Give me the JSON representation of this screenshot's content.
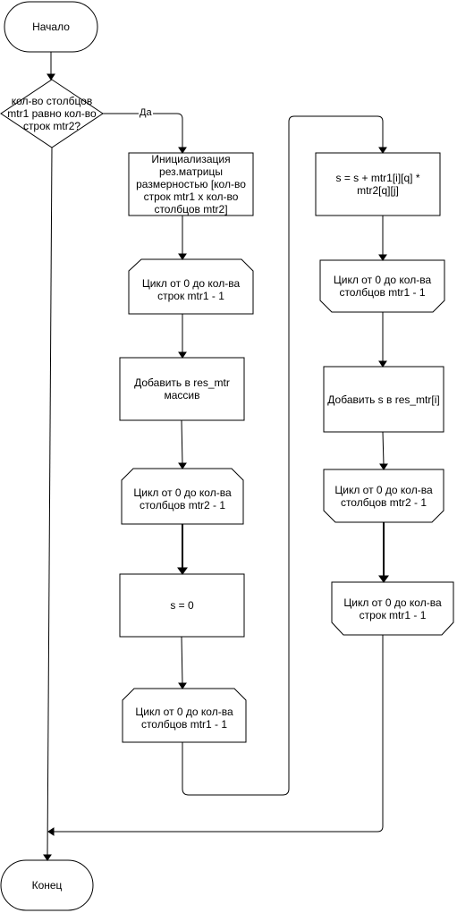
{
  "nodes": {
    "start": "Начало",
    "decision": "кол-во столбцов\nmtr1 равно кол-во\nстрок mtr2?",
    "init": "Инициализация\nрез.матрицы\nразмерностью [кол-во\nстрок mtr1 x кол-во\nстолбцов mtr2]",
    "loop_i": "Цикл от 0 до кол-ва\nстрок mtr1 - 1",
    "append_array": "Добавить в res_mtr\nмассив",
    "loop_j": "Цикл от 0 до кол-ва\nстолбцов mtr2 - 1",
    "s_zero": "s = 0",
    "loop_q": "Цикл от 0 до кол-ва\nстолбцов mtr1 - 1",
    "s_accumulate": "s  = s + mtr1[i][q] *\nmtr2[q][j]",
    "loop_q_end": "Цикл от 0 до кол-ва\nстолбцов mtr1 - 1",
    "append_s": "Добавить s в res_mtr[i]",
    "loop_j_end": "Цикл от 0 до кол-ва\nстолбцов mtr2 - 1",
    "loop_i_end": "Цикл от 0 до кол-ва\nстрок mtr1 - 1",
    "end": "Конец"
  },
  "edge_labels": {
    "yes": "Да"
  }
}
